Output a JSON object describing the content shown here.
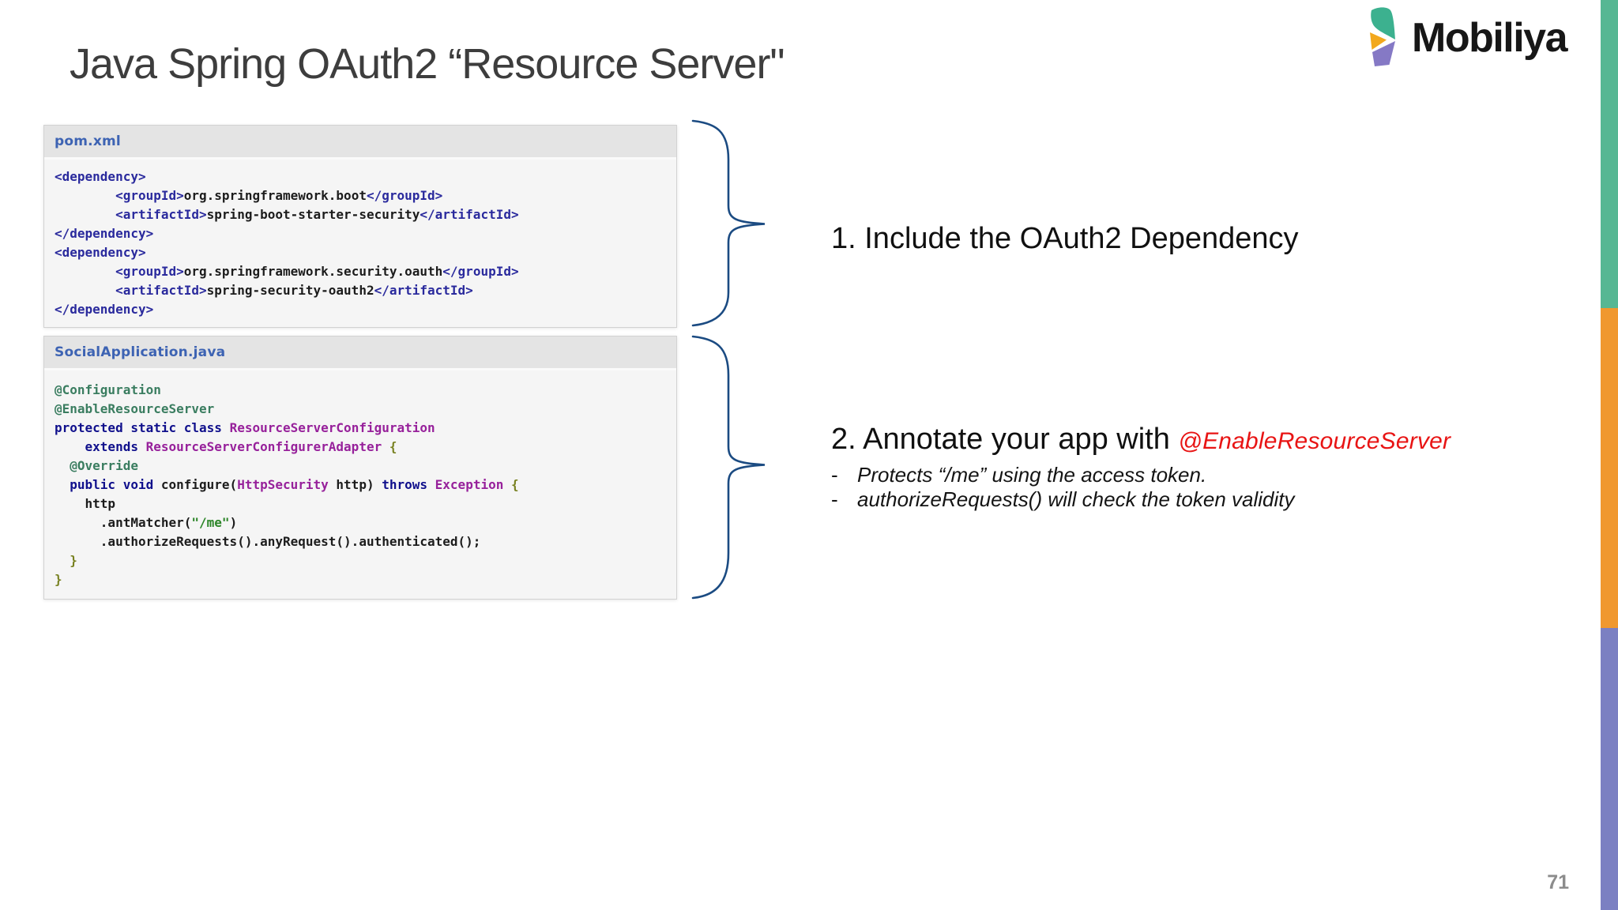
{
  "slide": {
    "title": "Java Spring OAuth2 “Resource Server\"",
    "page_number": "71"
  },
  "logo": {
    "text": "Mobiliya",
    "colors": {
      "green": "#3cb18f",
      "yellow": "#f2a81d",
      "purple": "#8579c5"
    }
  },
  "accent_bar": {
    "green": "#56b793",
    "orange": "#f0982f",
    "purple": "#7b80c2"
  },
  "code_blocks": [
    {
      "filename": "pom.xml",
      "lines": [
        [
          [
            "t",
            "<dependency>"
          ]
        ],
        [
          [
            "p",
            "        "
          ],
          [
            "t",
            "<groupId>"
          ],
          [
            "p",
            "org.springframework.boot"
          ],
          [
            "t",
            "</groupId>"
          ]
        ],
        [
          [
            "p",
            "        "
          ],
          [
            "t",
            "<artifactId>"
          ],
          [
            "p",
            "spring-boot-starter-security"
          ],
          [
            "t",
            "</artifactId>"
          ]
        ],
        [
          [
            "t",
            "</dependency>"
          ]
        ],
        [
          [
            "t",
            "<dependency>"
          ]
        ],
        [
          [
            "p",
            "        "
          ],
          [
            "t",
            "<groupId>"
          ],
          [
            "p",
            "org.springframework.security.oauth"
          ],
          [
            "t",
            "</groupId>"
          ]
        ],
        [
          [
            "p",
            "        "
          ],
          [
            "t",
            "<artifactId>"
          ],
          [
            "p",
            "spring-security-oauth2"
          ],
          [
            "t",
            "</artifactId>"
          ]
        ],
        [
          [
            "t",
            "</dependency>"
          ]
        ]
      ]
    },
    {
      "filename": "SocialApplication.java",
      "lines": [
        [
          [
            "a",
            "@Configuration"
          ]
        ],
        [
          [
            "a",
            "@EnableResourceServer"
          ]
        ],
        [
          [
            "k",
            "protected static class "
          ],
          [
            "c",
            "ResourceServerConfiguration"
          ]
        ],
        [
          [
            "p",
            "    "
          ],
          [
            "k",
            "extends "
          ],
          [
            "c",
            "ResourceServerConfigurerAdapter"
          ],
          [
            "p",
            " "
          ],
          [
            "b",
            "{"
          ]
        ],
        [
          [
            "p",
            "  "
          ],
          [
            "a",
            "@Override"
          ]
        ],
        [
          [
            "p",
            "  "
          ],
          [
            "k",
            "public void "
          ],
          [
            "p",
            "configure("
          ],
          [
            "c",
            "HttpSecurity"
          ],
          [
            "p",
            " http) "
          ],
          [
            "k",
            "throws "
          ],
          [
            "c",
            "Exception"
          ],
          [
            "p",
            " "
          ],
          [
            "b",
            "{"
          ]
        ],
        [
          [
            "p",
            "    http"
          ]
        ],
        [
          [
            "p",
            "      .antMatcher("
          ],
          [
            "s",
            "\"/me\""
          ],
          [
            "p",
            ")"
          ]
        ],
        [
          [
            "p",
            "      .authorizeRequests().anyRequest().authenticated();"
          ]
        ],
        [
          [
            "p",
            "  "
          ],
          [
            "b",
            "}"
          ]
        ],
        [
          [
            "b",
            "}"
          ]
        ]
      ]
    }
  ],
  "annotations": {
    "item1": "1. Include the OAuth2 Dependency",
    "item2": {
      "text": "2. Annotate your app with ",
      "highlight": "@EnableResourceServer",
      "bullets": [
        {
          "marker": "-",
          "text": "Protects “/me” using the access token."
        },
        {
          "marker": "-",
          "text": "authorizeRequests() will check the token validity"
        }
      ]
    }
  }
}
